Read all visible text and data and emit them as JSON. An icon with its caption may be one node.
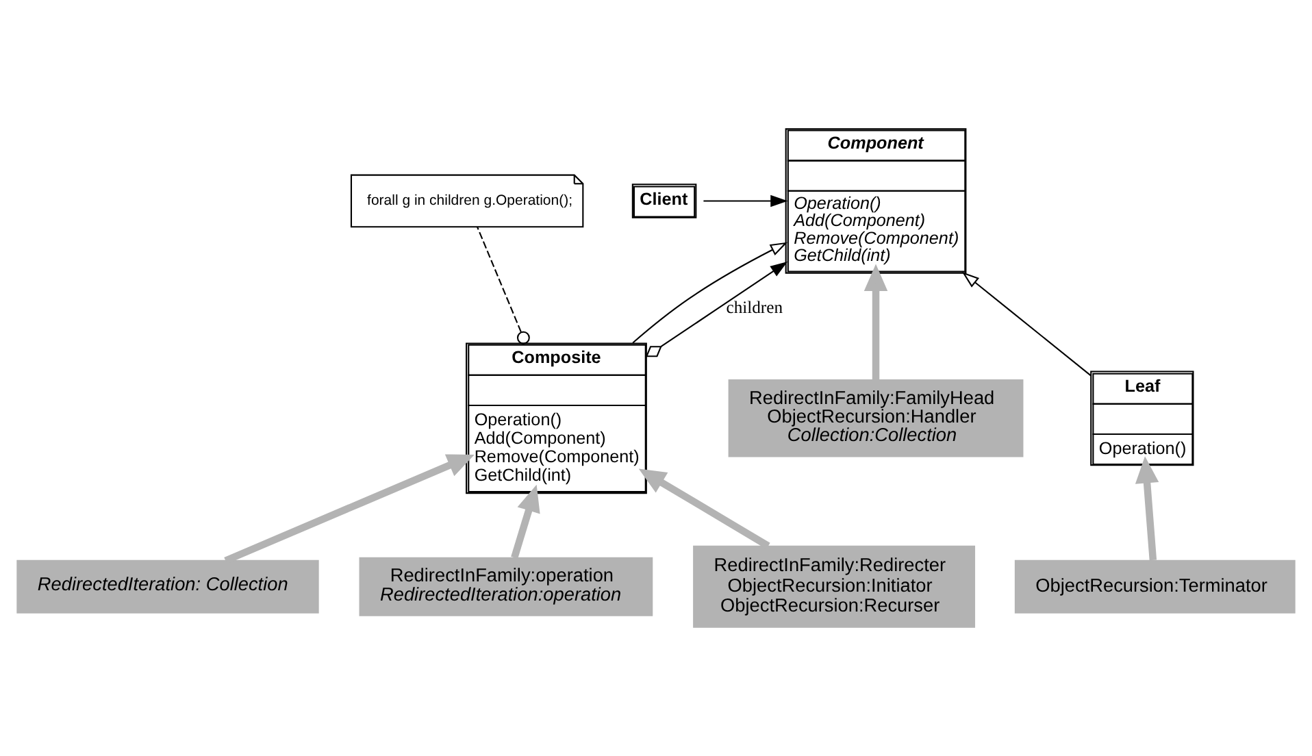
{
  "diagram": {
    "nodes": [
      {
        "text": [
          "Client"
        ]
      },
      {
        "text": [
          "Component",
          "Operation()",
          "Add(Component)",
          "Remove(Component)",
          "GetChild(int)"
        ]
      },
      {
        "text": [
          "Leaf",
          "Operation()"
        ]
      },
      {
        "text": [
          "Composite",
          "Operation()",
          "Add(Component)",
          "Remove(Component)",
          "GetChild(int)"
        ]
      },
      {
        "text": [
          "forall g in children g.Operation();"
        ]
      },
      {
        "text": [
          "RedirectInFamily:FamilyHead",
          "ObjectRecursion:Handler",
          "*Collection:Collection*"
        ]
      },
      {
        "text": [
          "ObjectRecursion:Terminator"
        ]
      },
      {
        "text": [
          "RedirectedIteration: Collection"
        ]
      },
      {
        "text": [
          "RedirectInFamily:operation",
          "*RedirectedIteration:operation*"
        ]
      },
      {
        "text": [
          "RedirectInFamily:Redirecter",
          "ObjectRecursion:Initiator",
          "ObjectRecursion:Recurser"
        ]
      }
    ],
    "edges": [
      {
        "from": 0,
        "to": 1,
        "arrow": "to"
      },
      {
        "from": 2,
        "to": 1,
        "arrow": "to"
      },
      {
        "from": 3,
        "to": 1,
        "arrow": "to"
      },
      {
        "from": 3,
        "to": 1,
        "arrow": "to",
        "label": "children"
      },
      {
        "from": 3,
        "to": 4,
        "arrow": "other",
        "style": "dashed"
      },
      {
        "from": 5,
        "to": 1,
        "arrow": "to",
        "style": "thick",
        "color": "#b3b3b3"
      },
      {
        "from": 6,
        "to": 2,
        "arrow": "to",
        "style": "thick",
        "color": "#b3b3b3"
      },
      {
        "from": 7,
        "to": 3,
        "arrow": "to",
        "style": "thick",
        "color": "#b3b3b3"
      },
      {
        "from": 8,
        "to": 3,
        "arrow": "to",
        "style": "thick",
        "color": "#b3b3b3"
      },
      {
        "from": 9,
        "to": 3,
        "arrow": "to",
        "style": "thick",
        "color": "#b3b3b3"
      }
    ]
  }
}
